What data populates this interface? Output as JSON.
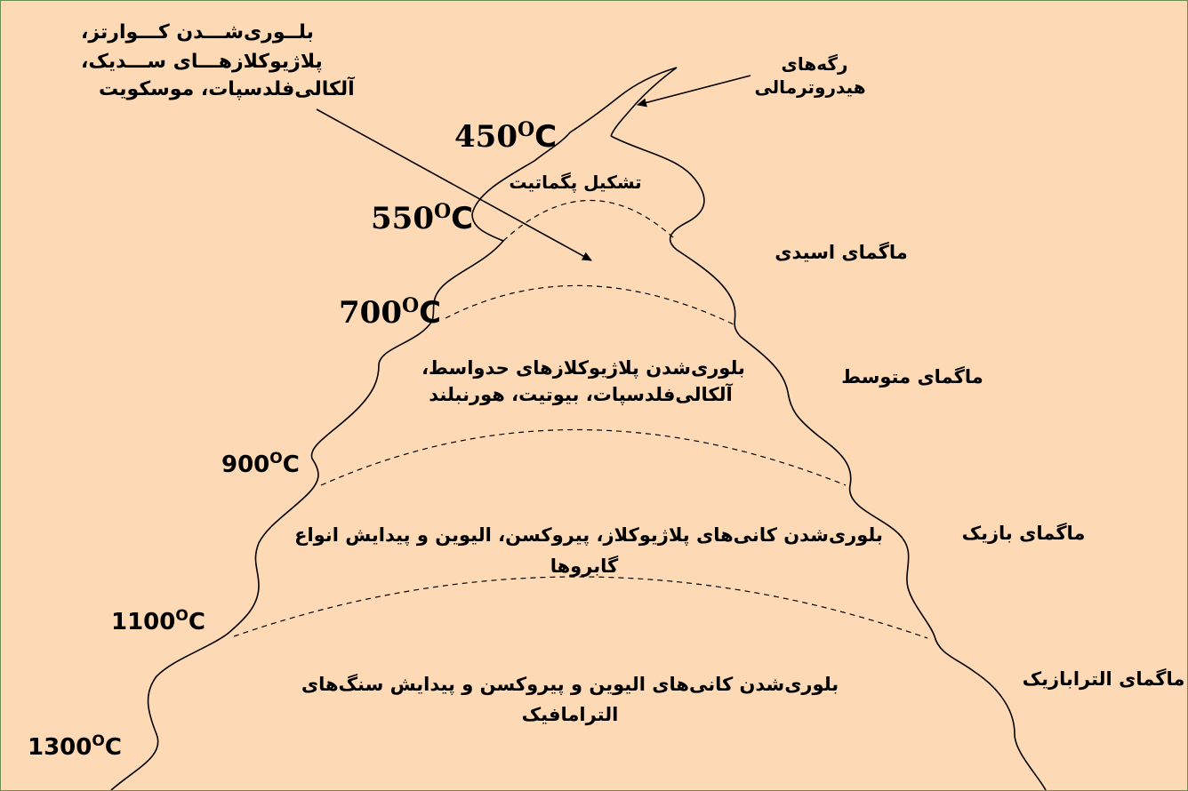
{
  "colors": {
    "background": "#fdd9b5",
    "frame_border": "#6b8f4e",
    "ink": "#000000"
  },
  "temperatures": {
    "t450": {
      "value": "450",
      "unit": "C"
    },
    "t550": {
      "value": "550",
      "unit": "C"
    },
    "t700": {
      "value": "700",
      "unit": "C"
    },
    "t900": {
      "value": "900",
      "unit": "C"
    },
    "t1100": {
      "value": "1100",
      "unit": "C"
    },
    "t1300": {
      "value": "1300",
      "unit": "C"
    }
  },
  "zones": {
    "acidic_magma": "ماگمای اسیدی",
    "intermediate_magma": "ماگمای متوسط",
    "basic_magma": "ماگمای بازیک",
    "ultrabasic_magma": "ماگمای الترابازیک"
  },
  "hydrothermal_veins": {
    "line1": "رگه‌های",
    "line2": "هیدروترمالی"
  },
  "pegmatite_formation": "تشکیل پگماتیت",
  "top_left_note": {
    "line1": "بلــوری‌شـــدن کـــوارتز،",
    "line2": "پلاژیوکلازهـــای ســـدیک،",
    "line3": "آلکالی‌فلدسپات، موسکویت"
  },
  "intermediate_note": {
    "line1": "بلوری‌شدن پلاژیوکلازهای حدواسط،",
    "line2": "آلکالی‌فلدسپات، بیوتیت، هورنبلند"
  },
  "basic_note": {
    "line1": "بلوری‌شدن کانی‌های پلاژیوکلاز، پیروکسن، الیوین و پیدایش انواع",
    "line2": "گابروها"
  },
  "ultrabasic_note": {
    "line1": "بلوری‌شدن کانی‌های الیوین و پیروکسن و پیدایش سنگ‌های",
    "line2": "الترامافیک"
  }
}
